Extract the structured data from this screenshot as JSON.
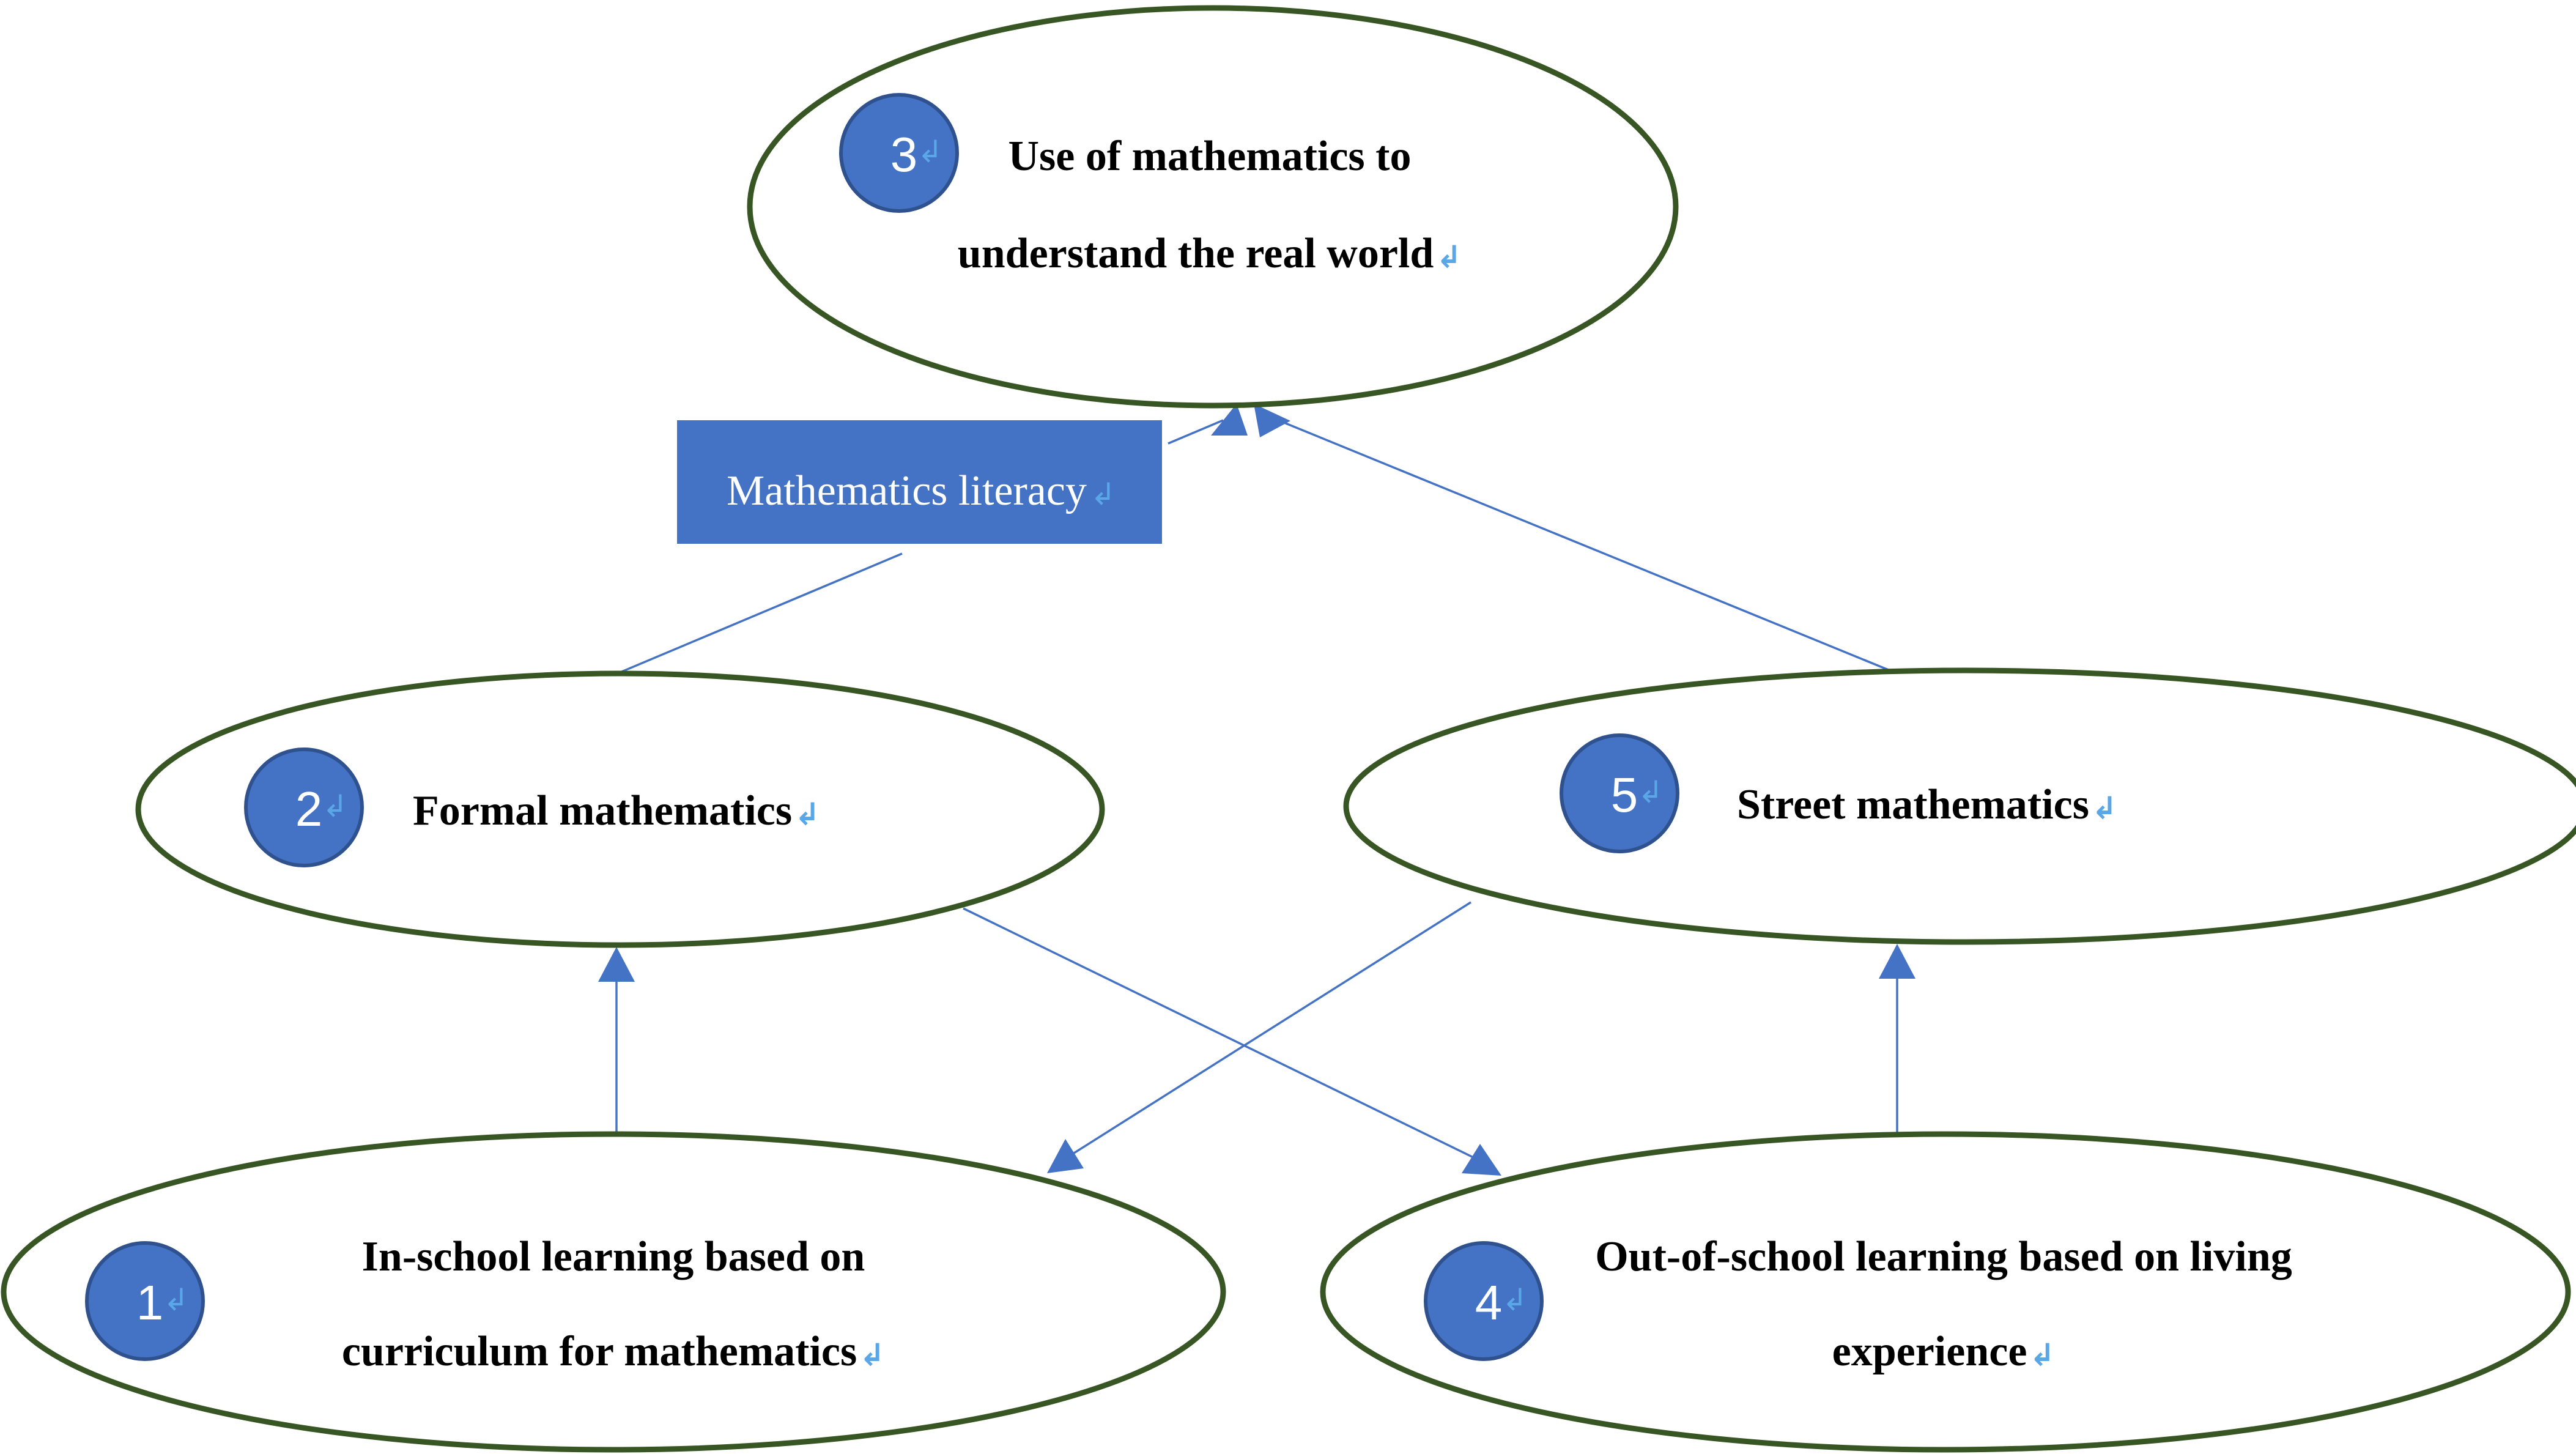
{
  "colors": {
    "ellipse_border": "#375623",
    "badge_fill": "#4472c4",
    "connector": "#4472c4",
    "label_fill": "#4472c4",
    "return_mark": "#5aa7e8"
  },
  "return_mark": "↲",
  "nodes": {
    "n3": {
      "number": "3",
      "line1": "Use of mathematics to",
      "line2": "understand the real world"
    },
    "n2": {
      "number": "2",
      "line1": "Formal mathematics"
    },
    "n5": {
      "number": "5",
      "line1": "Street mathematics"
    },
    "n1": {
      "number": "1",
      "line1": "In-school learning based on",
      "line2": "curriculum for mathematics"
    },
    "n4": {
      "number": "4",
      "line1": "Out-of-school learning based on living",
      "line2": "experience"
    }
  },
  "label": {
    "text": "Mathematics literacy"
  }
}
